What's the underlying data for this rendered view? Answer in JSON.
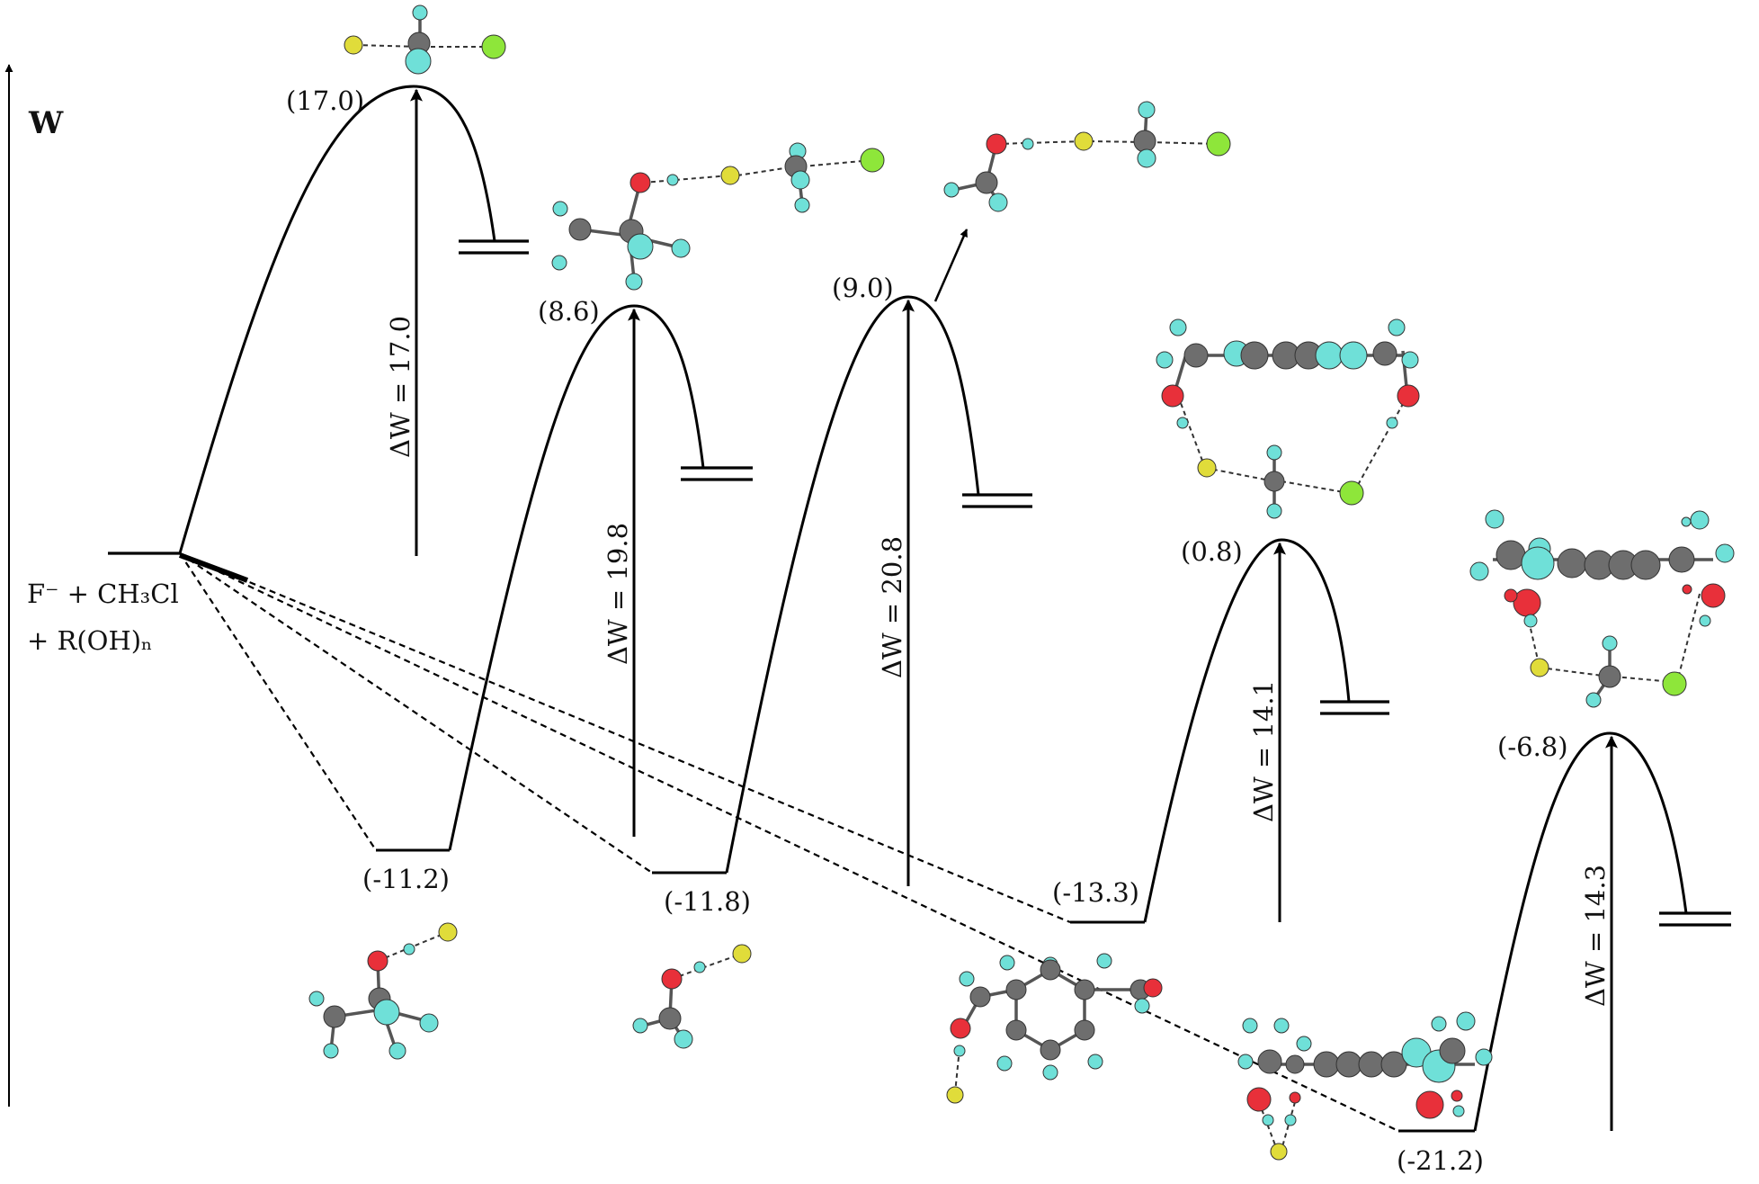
{
  "axis_label": "W",
  "reactants": {
    "line1": "F⁻ + CH₃Cl",
    "line2": "+ R(OH)ₙ"
  },
  "complexes": [
    {
      "id": "c1",
      "label": "(-11.2)",
      "energy": -11.2
    },
    {
      "id": "c2",
      "label": "(-11.8)",
      "energy": -11.8
    },
    {
      "id": "c3",
      "label": "(-13.3)",
      "energy": -13.3
    },
    {
      "id": "c4",
      "label": "(-21.2)",
      "energy": -21.2
    }
  ],
  "transition_states": [
    {
      "id": "ts0",
      "label": "(17.0)",
      "energy": 17.0
    },
    {
      "id": "ts1",
      "label": "(8.6)",
      "energy": 8.6
    },
    {
      "id": "ts2",
      "label": "(9.0)",
      "energy": 9.0
    },
    {
      "id": "ts3",
      "label": "(0.8)",
      "energy": 0.8
    },
    {
      "id": "ts4",
      "label": "(-6.8)",
      "energy": -6.8
    }
  ],
  "barriers": [
    {
      "id": "b0",
      "label": "ΔW = 17.0",
      "value": 17.0
    },
    {
      "id": "b1",
      "label": "ΔW = 19.8",
      "value": 19.8
    },
    {
      "id": "b2",
      "label": "ΔW = 20.8",
      "value": 20.8
    },
    {
      "id": "b3",
      "label": "ΔW = 14.1",
      "value": 14.1
    },
    {
      "id": "b4",
      "label": "ΔW = 14.3",
      "value": 14.3
    }
  ],
  "atom_colors": {
    "carbon": "#6e6e6e",
    "hydrogen": "#6fe0d8",
    "oxygen": "#e8303a",
    "fluorine": "#e0dc3a",
    "chlorine": "#8ee63a"
  }
}
